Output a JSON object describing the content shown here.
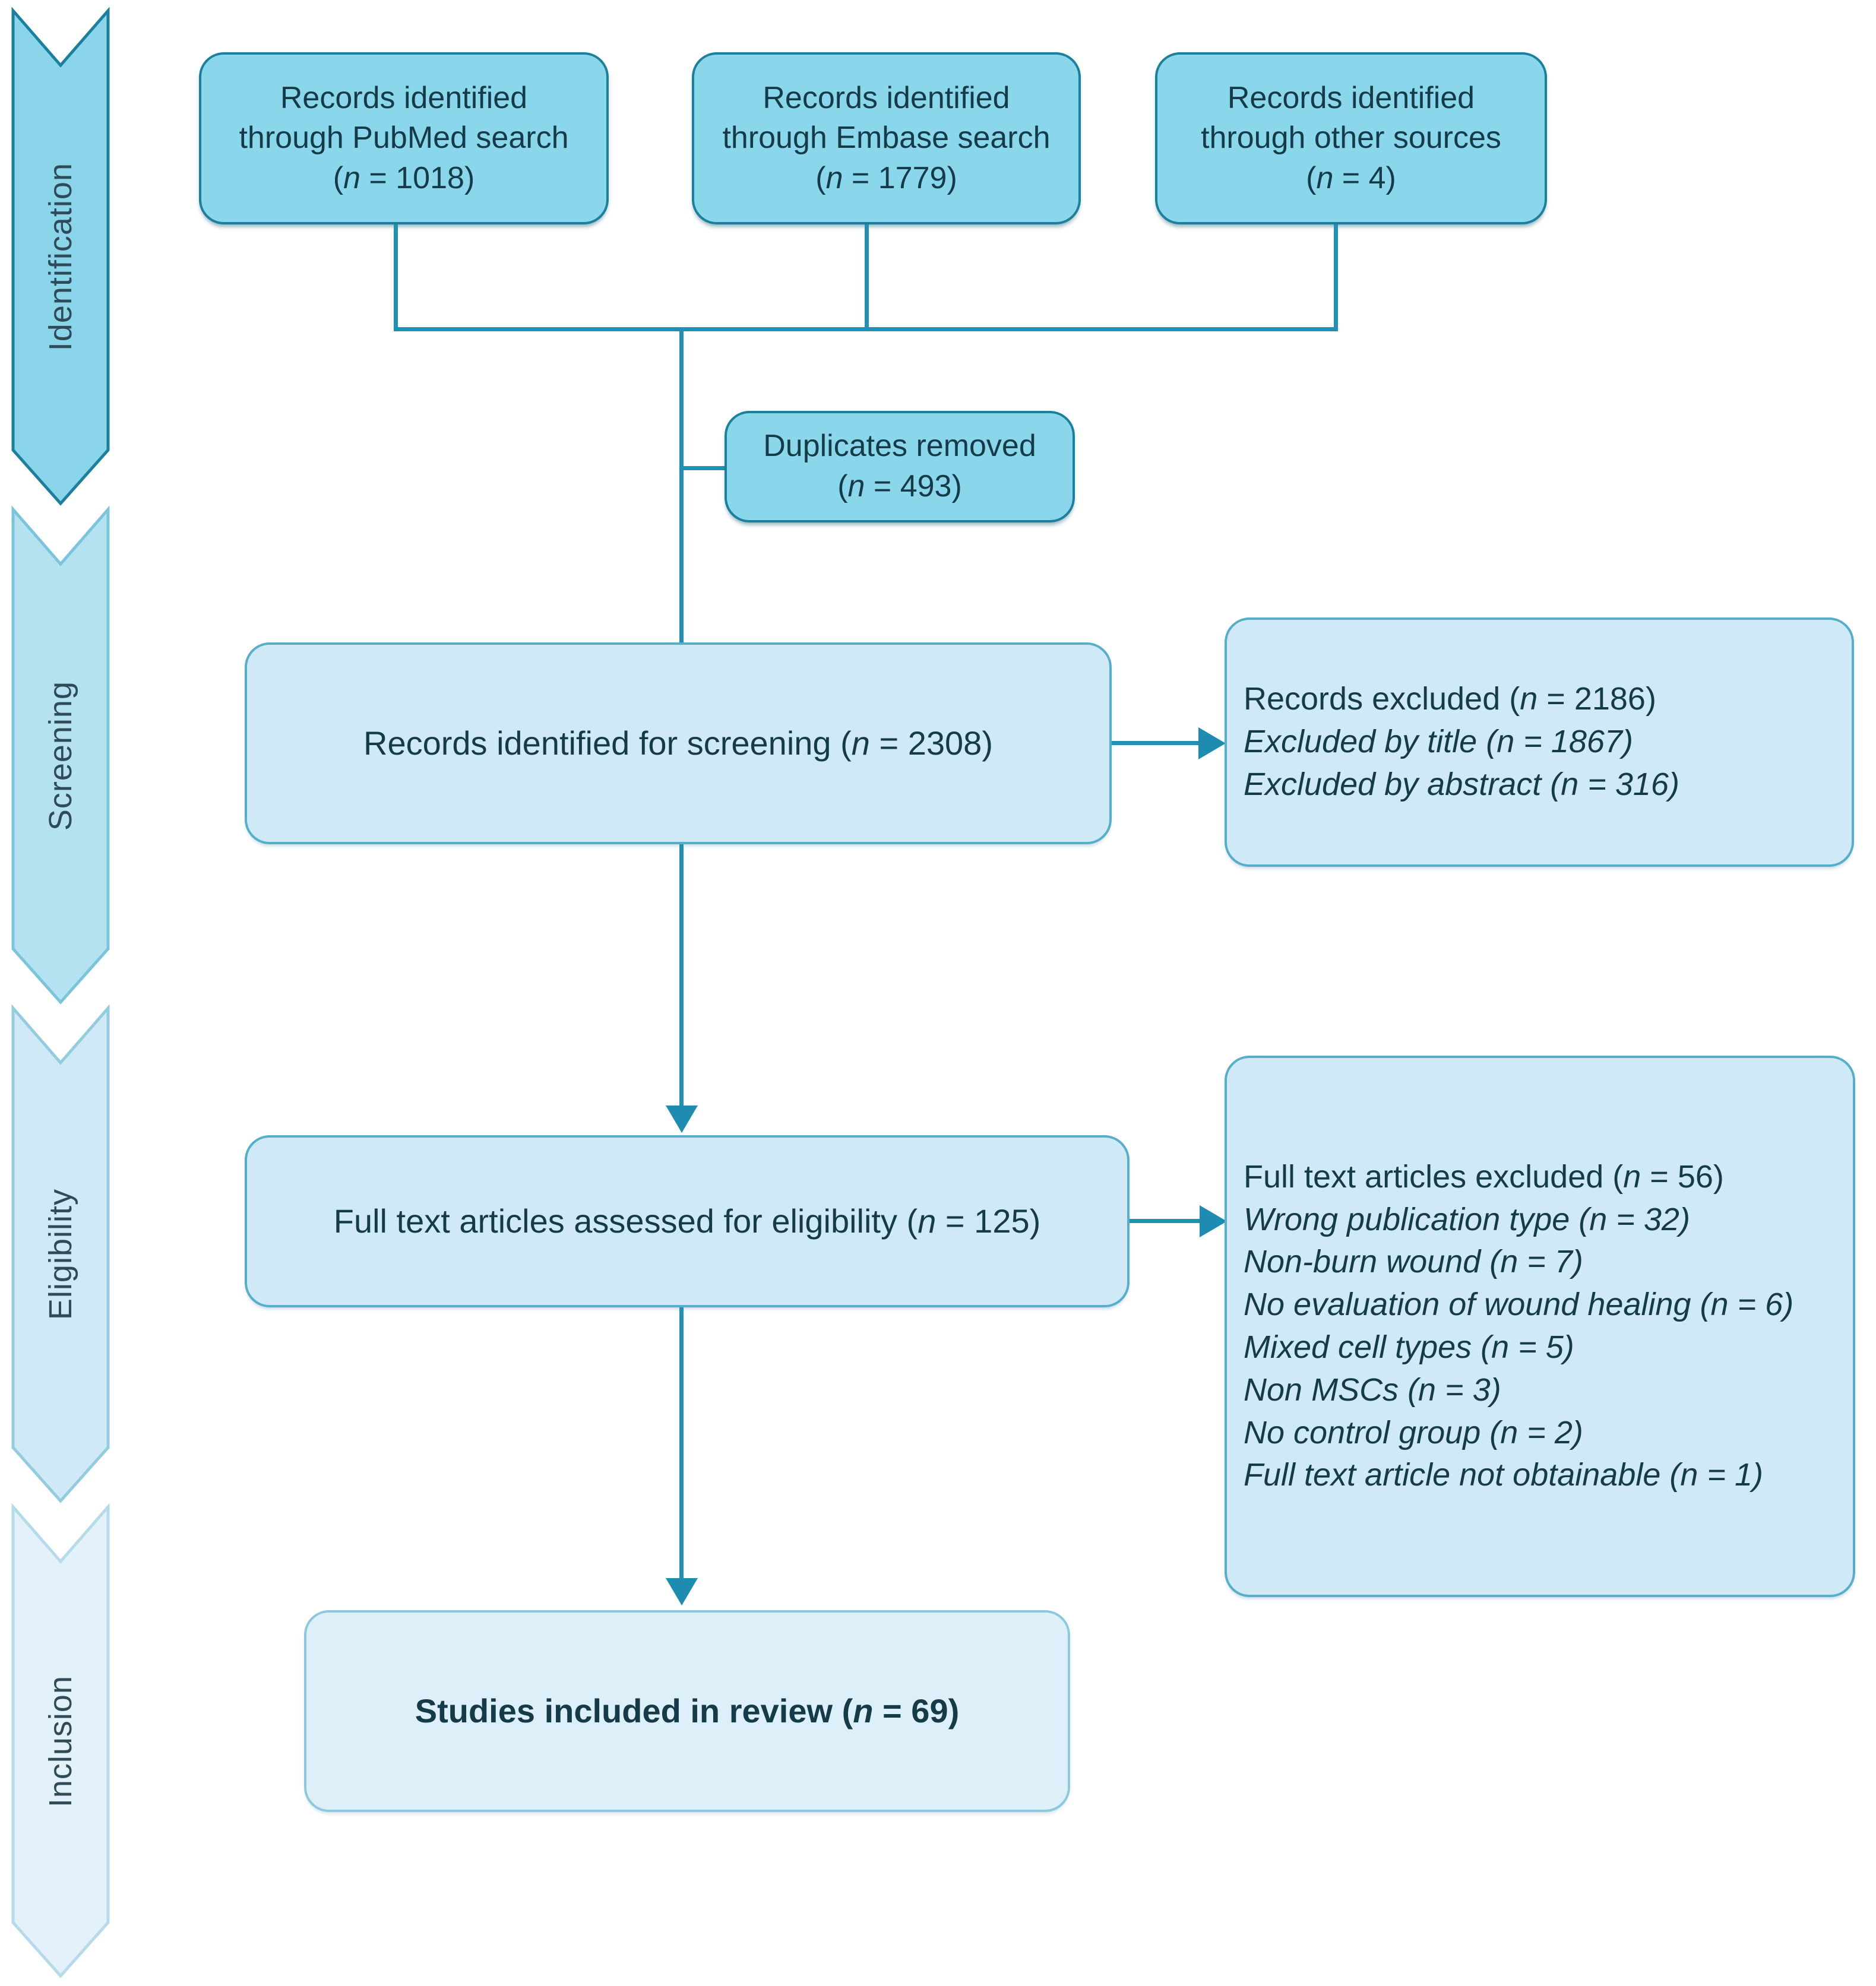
{
  "diagram": {
    "type": "PRISMA flow diagram",
    "accent_colors": {
      "connector": "#2090b4",
      "box_dark_fill": "#8ad6ea",
      "box_dark_border": "#1b7f9e",
      "box_light_fill": "#cfeaf6",
      "box_light_border": "#56aecb",
      "box_pale_fill": "#ddeff8",
      "box_pale_border": "#8cc8de",
      "text": "#153a48"
    }
  },
  "stages": [
    {
      "label": "Identification"
    },
    {
      "label": "Screening"
    },
    {
      "label": "Eligibility"
    },
    {
      "label": "Inclusion"
    }
  ],
  "sources": [
    {
      "line1": "Records identified",
      "line2": "through PubMed search",
      "count_prefix": "(",
      "count_n": "n",
      "count_eq": " = ",
      "count_value": "1018",
      "count_suffix": ")"
    },
    {
      "line1": "Records identified",
      "line2": "through Embase search",
      "count_prefix": "(",
      "count_n": "n",
      "count_eq": " = ",
      "count_value": "1779",
      "count_suffix": ")"
    },
    {
      "line1": "Records identified",
      "line2": "through other sources",
      "count_prefix": "(",
      "count_n": "n",
      "count_eq": " = ",
      "count_value": "4",
      "count_suffix": ")"
    }
  ],
  "duplicates": {
    "line1": "Duplicates removed",
    "count_prefix": "(",
    "count_n": "n",
    "count_eq": " = ",
    "count_value": "493",
    "count_suffix": ")"
  },
  "screening": {
    "text_before": "Records identified for screening (",
    "count_n": "n",
    "count_eq": " = ",
    "count_value": "2308",
    "text_after": ")"
  },
  "records_excluded": {
    "headline_before": "Records excluded (",
    "headline_n": "n",
    "headline_eq": " = ",
    "headline_value": "2186",
    "headline_after": ")",
    "reasons": [
      {
        "text_before": "Excluded by title (",
        "n": "n",
        "eq": " = ",
        "value": "1867",
        "text_after": ")"
      },
      {
        "text_before": "Excluded by abstract (",
        "n": "n",
        "eq": " = ",
        "value": "316",
        "text_after": ")"
      }
    ]
  },
  "eligibility": {
    "text_before": "Full text articles assessed for eligibility (",
    "count_n": "n",
    "count_eq": " = ",
    "count_value": "125",
    "text_after": ")"
  },
  "fulltext_excluded": {
    "headline_before": "Full text articles excluded (",
    "headline_n": "n",
    "headline_eq": " = ",
    "headline_value": "56",
    "headline_after": ")",
    "reasons": [
      {
        "text_before": "Wrong publication type (",
        "n": "n",
        "eq": " = ",
        "value": "32",
        "text_after": ")"
      },
      {
        "text_before": "Non-burn wound (",
        "n": "n",
        "eq": " = ",
        "value": "7",
        "text_after": ")"
      },
      {
        "text_before": "No evaluation of wound healing (",
        "n": "n",
        "eq": " = ",
        "value": "6",
        "text_after": ")"
      },
      {
        "text_before": "Mixed cell types (",
        "n": "n",
        "eq": " = ",
        "value": "5",
        "text_after": ")"
      },
      {
        "text_before": "Non MSCs (",
        "n": "n",
        "eq": " = ",
        "value": "3",
        "text_after": ")"
      },
      {
        "text_before": "No control group (",
        "n": "n",
        "eq": " = ",
        "value": "2",
        "text_after": ")"
      },
      {
        "text_before": "Full text article not obtainable (",
        "n": "n",
        "eq": " = ",
        "value": "1",
        "text_after": ")"
      }
    ]
  },
  "inclusion": {
    "text_before": "Studies included in review (",
    "count_n": "n",
    "count_eq": " = ",
    "count_value": "69",
    "text_after": ")"
  }
}
